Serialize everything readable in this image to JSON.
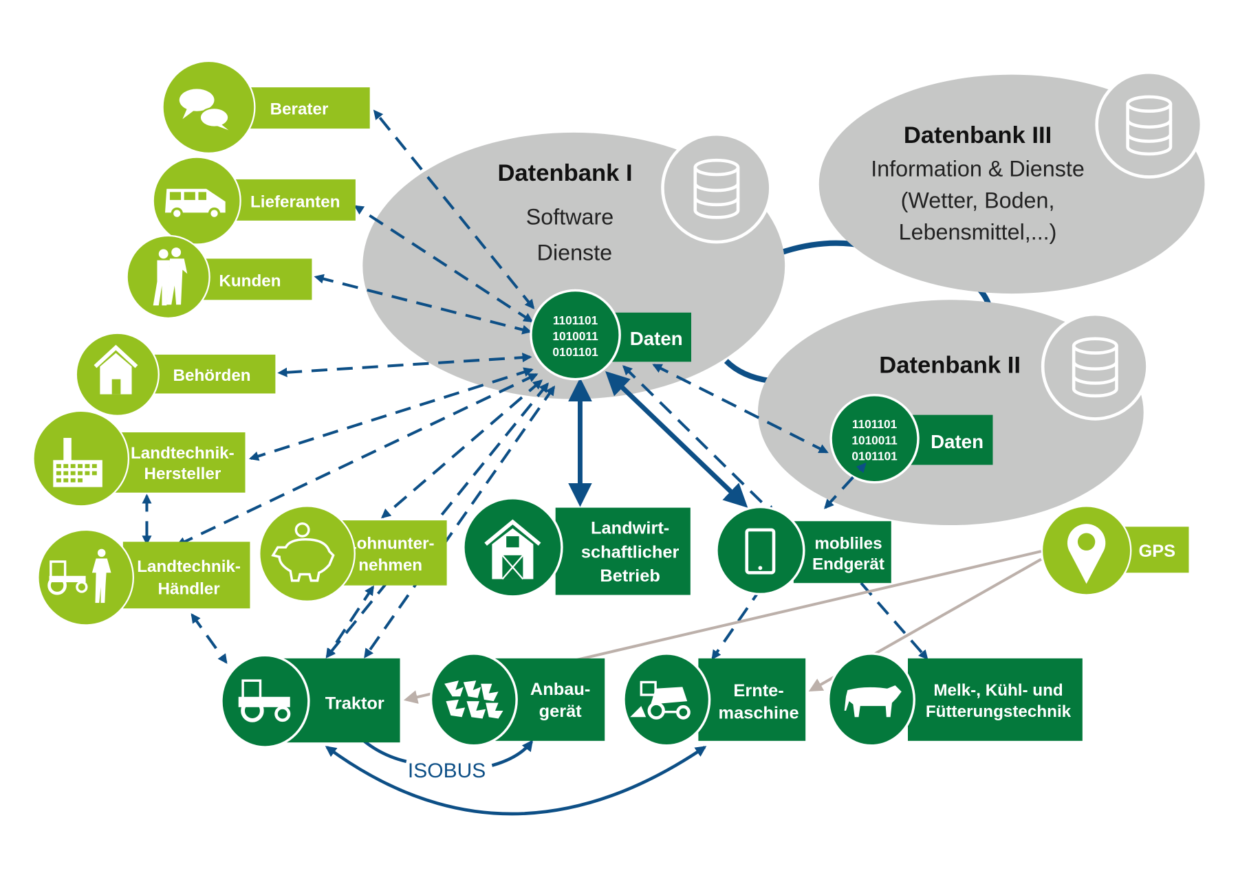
{
  "colors": {
    "light_green": "#95c11f",
    "dark_green": "#04793c",
    "gray": "#c6c7c6",
    "blue": "#0d4f86",
    "tan": "#bcb0aa"
  },
  "databases": {
    "db1": {
      "title": "Datenbank I",
      "lines": [
        "Software",
        "Dienste"
      ],
      "icon": "database-icon"
    },
    "db2": {
      "title": "Datenbank II",
      "icon": "database-icon"
    },
    "db3": {
      "title": "Datenbank III",
      "lines": [
        "Information & Dienste",
        "(Wetter, Boden,",
        "Lebensmittel,...)"
      ],
      "icon": "database-icon"
    }
  },
  "data_nodes": {
    "binary": [
      "1101101",
      "1010011",
      "0101101"
    ],
    "label": "Daten"
  },
  "stakeholders": [
    {
      "id": "berater",
      "lines": [
        "Berater"
      ],
      "icon": "speech-bubbles-icon"
    },
    {
      "id": "lieferanten",
      "lines": [
        "Lieferanten"
      ],
      "icon": "van-icon"
    },
    {
      "id": "kunden",
      "lines": [
        "Kunden"
      ],
      "icon": "people-icon"
    },
    {
      "id": "behoerden",
      "lines": [
        "Behörden"
      ],
      "icon": "house-icon"
    },
    {
      "id": "hersteller",
      "lines": [
        "Landtechnik-",
        "Hersteller"
      ],
      "icon": "factory-icon"
    },
    {
      "id": "haendler",
      "lines": [
        "Landtechnik-",
        "Händler"
      ],
      "icon": "tractor-person-icon"
    },
    {
      "id": "lohnunternehmen",
      "lines": [
        "Lohnunter-",
        "nehmen"
      ],
      "icon": "piggy-bank-icon"
    },
    {
      "id": "gps",
      "lines": [
        "GPS"
      ],
      "icon": "location-pin-icon"
    }
  ],
  "farm_nodes": [
    {
      "id": "betrieb",
      "lines": [
        "Landwirt-",
        "schaftlicher",
        "Betrieb"
      ],
      "icon": "barn-icon"
    },
    {
      "id": "mobil",
      "lines": [
        "mobliles",
        "Endgerät"
      ],
      "icon": "smartphone-icon"
    },
    {
      "id": "traktor",
      "lines": [
        "Traktor"
      ],
      "icon": "tractor-icon"
    },
    {
      "id": "anbaugeraet",
      "lines": [
        "Anbau-",
        "gerät"
      ],
      "icon": "plough-icon"
    },
    {
      "id": "erntemaschine",
      "lines": [
        "Ernte-",
        "maschine"
      ],
      "icon": "combine-harvester-icon"
    },
    {
      "id": "melktechnik",
      "lines": [
        "Melk-, Kühl- und",
        "Fütterungstechnik"
      ],
      "icon": "cow-icon"
    }
  ],
  "isobus_label": "ISOBUS"
}
